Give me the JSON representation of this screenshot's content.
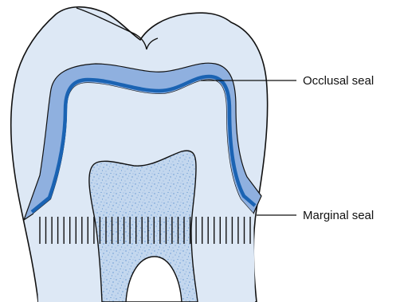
{
  "labels": {
    "occlusal": "Occlusal seal",
    "marginal": "Marginal seal"
  },
  "colors": {
    "outline": "#111111",
    "crown_fill": "#dde8f5",
    "inner_fill": "#dde8f5",
    "liner": "#8fb0df",
    "seal": "#1a63b3",
    "pulp_fill": "#c3d7ee",
    "speckle": "#3a78c4",
    "background": "#ffffff"
  },
  "marginal_hatch": {
    "count": 36
  }
}
